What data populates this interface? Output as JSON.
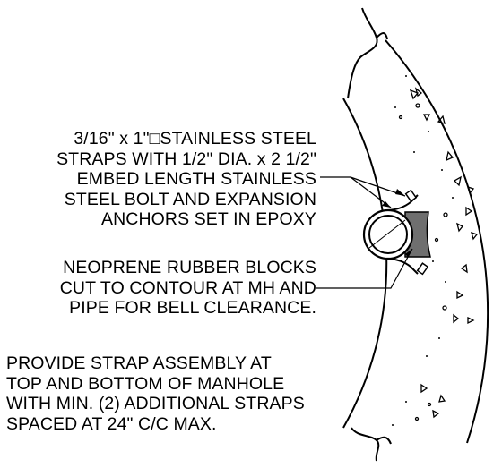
{
  "note_straps": {
    "lines": [
      "3/16\" x 1\"□STAINLESS STEEL",
      "STRAPS WITH 1/2\" DIA. x 2 1/2\"",
      "EMBED LENGTH STAINLESS",
      "STEEL BOLT AND EXPANSION",
      "ANCHORS SET IN EPOXY"
    ]
  },
  "note_blocks": {
    "lines": [
      "NEOPRENE RUBBER BLOCKS",
      "CUT TO CONTOUR AT MH AND",
      "PIPE FOR BELL CLEARANCE."
    ]
  },
  "note_assembly": {
    "lines": [
      "PROVIDE STRAP ASSEMBLY AT",
      "TOP AND BOTTOM OF MANHOLE",
      "WITH MIN. (2) ADDITIONAL STRAPS",
      "SPACED AT 24\" C/C MAX."
    ]
  },
  "colors": {
    "line": "#000000",
    "rubber_block": "#6f6f6f",
    "background": "#ffffff"
  }
}
